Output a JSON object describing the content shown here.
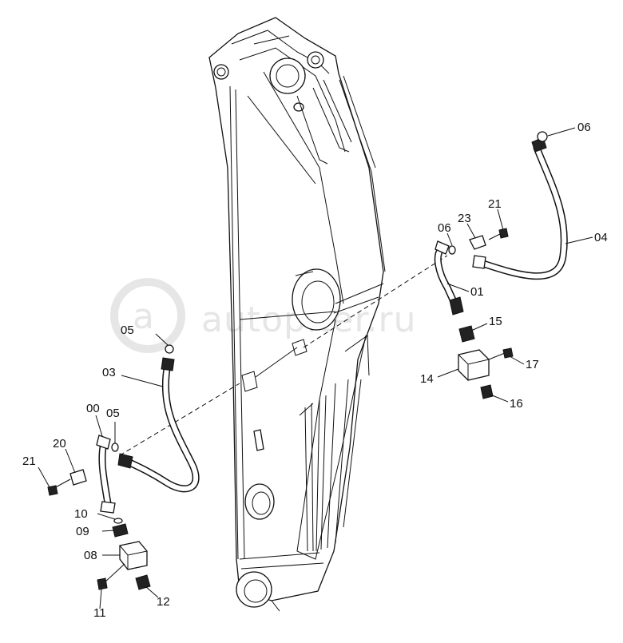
{
  "watermark": {
    "text": "autopiter.ru",
    "color": "#e6e6e6"
  },
  "labels": [
    {
      "id": "label-06-top",
      "text": "06"
    },
    {
      "id": "label-21-right",
      "text": "21"
    },
    {
      "id": "label-23",
      "text": "23"
    },
    {
      "id": "label-06-mid",
      "text": "06"
    },
    {
      "id": "label-04",
      "text": "04"
    },
    {
      "id": "label-01",
      "text": "01"
    },
    {
      "id": "label-15",
      "text": "15"
    },
    {
      "id": "label-17",
      "text": "17"
    },
    {
      "id": "label-14",
      "text": "14"
    },
    {
      "id": "label-16",
      "text": "16"
    },
    {
      "id": "label-05-upper",
      "text": "05"
    },
    {
      "id": "label-03",
      "text": "03"
    },
    {
      "id": "label-00",
      "text": "00"
    },
    {
      "id": "label-05-lower",
      "text": "05"
    },
    {
      "id": "label-20",
      "text": "20"
    },
    {
      "id": "label-21-left",
      "text": "21"
    },
    {
      "id": "label-10",
      "text": "10"
    },
    {
      "id": "label-09",
      "text": "09"
    },
    {
      "id": "label-08",
      "text": "08"
    },
    {
      "id": "label-11",
      "text": "11"
    },
    {
      "id": "label-12",
      "text": "12"
    }
  ]
}
